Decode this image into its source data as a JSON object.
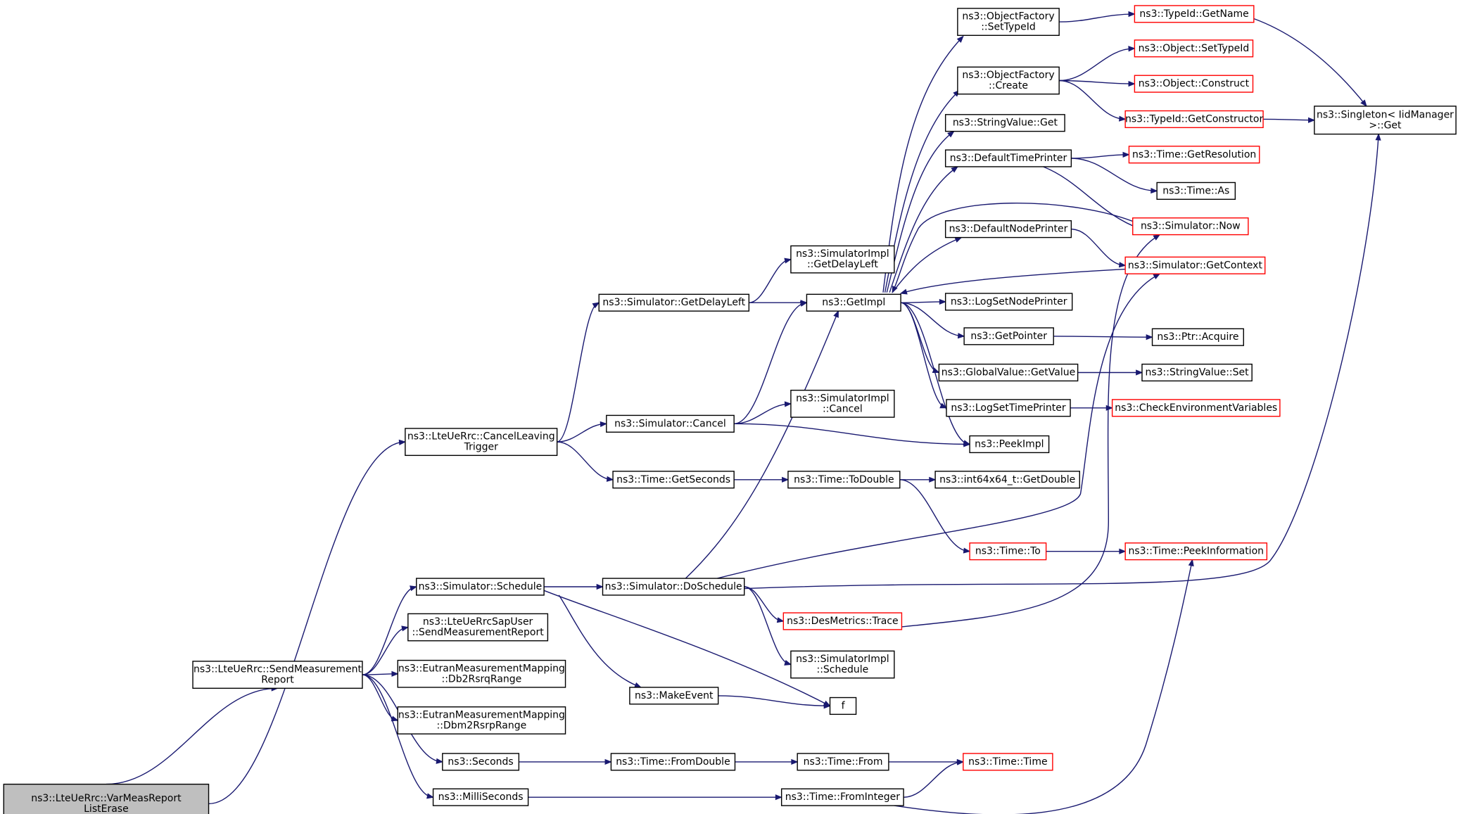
{
  "colors": {
    "edge": "#191970",
    "box_border": "#000000",
    "truncated_border": "#ff0000",
    "root_fill": "#bfbfbf",
    "background": "#ffffff"
  },
  "nodes": [
    {
      "id": "root",
      "lines": [
        "ns3::LteUeRrc::VarMeasReport",
        "ListErase"
      ],
      "style": "root"
    },
    {
      "id": "cancelLeaving",
      "lines": [
        "ns3::LteUeRrc::CancelLeaving",
        "Trigger"
      ]
    },
    {
      "id": "sendMeas",
      "lines": [
        "ns3::LteUeRrc::SendMeasurement",
        "Report"
      ]
    },
    {
      "id": "simGetDelayLeft",
      "lines": [
        "ns3::Simulator::GetDelayLeft"
      ]
    },
    {
      "id": "simCancel",
      "lines": [
        "ns3::Simulator::Cancel"
      ]
    },
    {
      "id": "timeGetSeconds",
      "lines": [
        "ns3::Time::GetSeconds"
      ]
    },
    {
      "id": "simSchedule",
      "lines": [
        "ns3::Simulator::Schedule"
      ]
    },
    {
      "id": "sapUser",
      "lines": [
        "ns3::LteUeRrcSapUser",
        "::SendMeasurementReport"
      ]
    },
    {
      "id": "db2rsrq",
      "lines": [
        "ns3::EutranMeasurementMapping",
        "::Db2RsrqRange"
      ]
    },
    {
      "id": "dbm2rsrp",
      "lines": [
        "ns3::EutranMeasurementMapping",
        "::Dbm2RsrpRange"
      ]
    },
    {
      "id": "seconds",
      "lines": [
        "ns3::Seconds"
      ]
    },
    {
      "id": "milliSeconds",
      "lines": [
        "ns3::MilliSeconds"
      ]
    },
    {
      "id": "implGetDelayLeft",
      "lines": [
        "ns3::SimulatorImpl",
        "::GetDelayLeft"
      ]
    },
    {
      "id": "getImpl",
      "lines": [
        "ns3::GetImpl"
      ]
    },
    {
      "id": "implCancel",
      "lines": [
        "ns3::SimulatorImpl",
        "::Cancel"
      ]
    },
    {
      "id": "timeToDouble",
      "lines": [
        "ns3::Time::ToDouble"
      ]
    },
    {
      "id": "doSchedule",
      "lines": [
        "ns3::Simulator::DoSchedule"
      ]
    },
    {
      "id": "makeEvent",
      "lines": [
        "ns3::MakeEvent"
      ]
    },
    {
      "id": "f",
      "lines": [
        "f"
      ]
    },
    {
      "id": "timeFromDouble",
      "lines": [
        "ns3::Time::FromDouble"
      ]
    },
    {
      "id": "timeFromInteger",
      "lines": [
        "ns3::Time::FromInteger"
      ]
    },
    {
      "id": "desTrace",
      "lines": [
        "ns3::DesMetrics::Trace"
      ],
      "style": "red"
    },
    {
      "id": "implSchedule",
      "lines": [
        "ns3::SimulatorImpl",
        "::Schedule"
      ]
    },
    {
      "id": "timeFrom",
      "lines": [
        "ns3::Time::From"
      ]
    },
    {
      "id": "ofSetTypeId",
      "lines": [
        "ns3::ObjectFactory",
        "::SetTypeId"
      ]
    },
    {
      "id": "ofCreate",
      "lines": [
        "ns3::ObjectFactory",
        "::Create"
      ]
    },
    {
      "id": "stringValueGet",
      "lines": [
        "ns3::StringValue::Get"
      ]
    },
    {
      "id": "defaultTimePrinter",
      "lines": [
        "ns3::DefaultTimePrinter"
      ]
    },
    {
      "id": "defaultNodePrinter",
      "lines": [
        "ns3::DefaultNodePrinter"
      ]
    },
    {
      "id": "logSetNodePrinter",
      "lines": [
        "ns3::LogSetNodePrinter"
      ]
    },
    {
      "id": "getPointer",
      "lines": [
        "ns3::GetPointer"
      ]
    },
    {
      "id": "globalValueGetValue",
      "lines": [
        "ns3::GlobalValue::GetValue"
      ]
    },
    {
      "id": "logSetTimePrinter",
      "lines": [
        "ns3::LogSetTimePrinter"
      ]
    },
    {
      "id": "peekImpl",
      "lines": [
        "ns3::PeekImpl"
      ]
    },
    {
      "id": "int64GetDouble",
      "lines": [
        "ns3::int64x64_t::GetDouble"
      ]
    },
    {
      "id": "timeTo",
      "lines": [
        "ns3::Time::To"
      ],
      "style": "red"
    },
    {
      "id": "timeTime",
      "lines": [
        "ns3::Time::Time"
      ],
      "style": "red"
    },
    {
      "id": "typeIdGetName",
      "lines": [
        "ns3::TypeId::GetName"
      ],
      "style": "red"
    },
    {
      "id": "objectSetTypeId",
      "lines": [
        "ns3::Object::SetTypeId"
      ],
      "style": "red"
    },
    {
      "id": "objectConstruct",
      "lines": [
        "ns3::Object::Construct"
      ],
      "style": "red"
    },
    {
      "id": "typeIdGetConstructor",
      "lines": [
        "ns3::TypeId::GetConstructor"
      ],
      "style": "red"
    },
    {
      "id": "timeGetResolution",
      "lines": [
        "ns3::Time::GetResolution"
      ],
      "style": "red"
    },
    {
      "id": "timeAs",
      "lines": [
        "ns3::Time::As"
      ]
    },
    {
      "id": "simulatorNow",
      "lines": [
        "ns3::Simulator::Now"
      ],
      "style": "red"
    },
    {
      "id": "simulatorGetContext",
      "lines": [
        "ns3::Simulator::GetContext"
      ],
      "style": "red"
    },
    {
      "id": "ptrAcquire",
      "lines": [
        "ns3::Ptr::Acquire"
      ]
    },
    {
      "id": "stringValueSet",
      "lines": [
        "ns3::StringValue::Set"
      ]
    },
    {
      "id": "checkEnvVars",
      "lines": [
        "ns3::CheckEnvironmentVariables"
      ],
      "style": "red"
    },
    {
      "id": "timePeekInformation",
      "lines": [
        "ns3::Time::PeekInformation"
      ],
      "style": "red"
    },
    {
      "id": "singletonGet",
      "lines": [
        "ns3::Singleton< IidManager",
        ">::Get"
      ]
    }
  ],
  "edges": [
    [
      "root",
      "cancelLeaving"
    ],
    [
      "root",
      "sendMeas"
    ],
    [
      "cancelLeaving",
      "simGetDelayLeft"
    ],
    [
      "cancelLeaving",
      "simCancel"
    ],
    [
      "cancelLeaving",
      "timeGetSeconds"
    ],
    [
      "sendMeas",
      "simSchedule"
    ],
    [
      "sendMeas",
      "sapUser"
    ],
    [
      "sendMeas",
      "db2rsrq"
    ],
    [
      "sendMeas",
      "dbm2rsrp"
    ],
    [
      "sendMeas",
      "seconds"
    ],
    [
      "sendMeas",
      "milliSeconds"
    ],
    [
      "simGetDelayLeft",
      "implGetDelayLeft"
    ],
    [
      "simGetDelayLeft",
      "getImpl"
    ],
    [
      "simCancel",
      "getImpl"
    ],
    [
      "simCancel",
      "implCancel"
    ],
    [
      "simCancel",
      "peekImpl"
    ],
    [
      "timeGetSeconds",
      "timeToDouble"
    ],
    [
      "simSchedule",
      "doSchedule"
    ],
    [
      "simSchedule",
      "makeEvent"
    ],
    [
      "simSchedule",
      "f"
    ],
    [
      "seconds",
      "timeFromDouble"
    ],
    [
      "milliSeconds",
      "timeFromInteger"
    ],
    [
      "doSchedule",
      "getImpl"
    ],
    [
      "doSchedule",
      "simulatorGetContext"
    ],
    [
      "doSchedule",
      "singletonGet"
    ],
    [
      "doSchedule",
      "desTrace"
    ],
    [
      "doSchedule",
      "implSchedule"
    ],
    [
      "makeEvent",
      "f"
    ],
    [
      "timeFromDouble",
      "timeFrom"
    ],
    [
      "timeFrom",
      "timeTime"
    ],
    [
      "timeFromInteger",
      "timeTime"
    ],
    [
      "timeFromInteger",
      "timePeekInformation"
    ],
    [
      "desTrace",
      "simulatorNow"
    ],
    [
      "timeToDouble",
      "int64GetDouble"
    ],
    [
      "timeToDouble",
      "timeTo"
    ],
    [
      "timeTo",
      "timePeekInformation"
    ],
    [
      "getImpl",
      "ofSetTypeId"
    ],
    [
      "getImpl",
      "ofCreate"
    ],
    [
      "getImpl",
      "stringValueGet"
    ],
    [
      "getImpl",
      "defaultTimePrinter"
    ],
    [
      "getImpl",
      "defaultNodePrinter"
    ],
    [
      "getImpl",
      "logSetNodePrinter"
    ],
    [
      "getImpl",
      "getPointer"
    ],
    [
      "getImpl",
      "globalValueGetValue"
    ],
    [
      "getImpl",
      "logSetTimePrinter"
    ],
    [
      "getImpl",
      "peekImpl"
    ],
    [
      "simulatorNow",
      "getImpl"
    ],
    [
      "simulatorGetContext",
      "getImpl"
    ],
    [
      "ofSetTypeId",
      "typeIdGetName"
    ],
    [
      "ofCreate",
      "objectSetTypeId"
    ],
    [
      "ofCreate",
      "objectConstruct"
    ],
    [
      "ofCreate",
      "typeIdGetConstructor"
    ],
    [
      "defaultTimePrinter",
      "timeGetResolution"
    ],
    [
      "defaultTimePrinter",
      "timeAs"
    ],
    [
      "defaultTimePrinter",
      "simulatorNow"
    ],
    [
      "defaultNodePrinter",
      "simulatorGetContext"
    ],
    [
      "getPointer",
      "ptrAcquire"
    ],
    [
      "globalValueGetValue",
      "stringValueSet"
    ],
    [
      "logSetTimePrinter",
      "checkEnvVars"
    ],
    [
      "typeIdGetName",
      "singletonGet"
    ],
    [
      "typeIdGetConstructor",
      "singletonGet"
    ]
  ]
}
